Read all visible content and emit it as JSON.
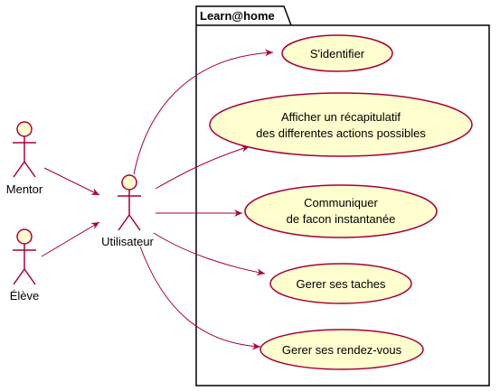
{
  "package": {
    "title": "Learn@home"
  },
  "actors": {
    "mentor": "Mentor",
    "eleve": "Élève",
    "utilisateur": "Utilisateur"
  },
  "use_cases": {
    "identifier": [
      "S'identifier"
    ],
    "recap": [
      "Afficher un récapitulatif",
      "des differentes actions possibles"
    ],
    "communiquer": [
      "Communiquer",
      "de facon instantanée"
    ],
    "taches": [
      "Gerer ses taches"
    ],
    "rdv": [
      "Gerer ses rendez-vous"
    ]
  },
  "colors": {
    "actor_fill": "#FEFECE",
    "actor_stroke": "#A80036",
    "usecase_fill": "#FEFECE",
    "usecase_stroke": "#A80036",
    "arrow": "#A80036",
    "package_stroke": "#000000"
  }
}
